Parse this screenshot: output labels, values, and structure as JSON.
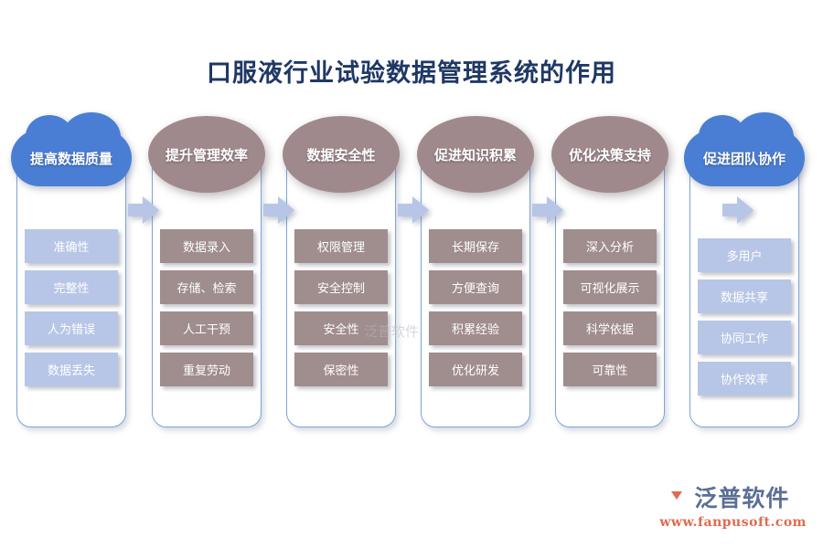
{
  "title": "口服液行业试验数据管理系统的作用",
  "colors": {
    "title": "#1f3864",
    "cloud": "#4a7ed4",
    "ellipse": "#a0898c",
    "item_blue": "#b7c6e6",
    "item_brown": "#a08d8d",
    "outline": "#7ba3dd",
    "logo_text": "#5b6f96",
    "logo_url": "#e06a4e"
  },
  "columns": [
    {
      "header": "提高数据质量",
      "header_shape": "cloud",
      "item_style": "blue",
      "items": [
        "准确性",
        "完整性",
        "人为错误",
        "数据丢失"
      ]
    },
    {
      "header": "提升管理效率",
      "header_shape": "ellipse",
      "item_style": "brown",
      "items": [
        "数据录入",
        "存储、检索",
        "人工干预",
        "重复劳动"
      ]
    },
    {
      "header": "数据安全性",
      "header_shape": "ellipse",
      "item_style": "brown",
      "items": [
        "权限管理",
        "安全控制",
        "安全性",
        "保密性"
      ]
    },
    {
      "header": "促进知识积累",
      "header_shape": "ellipse",
      "item_style": "brown",
      "items": [
        "长期保存",
        "方便查询",
        "积累经验",
        "优化研发"
      ]
    },
    {
      "header": "优化决策支持",
      "header_shape": "ellipse",
      "item_style": "brown",
      "items": [
        "深入分析",
        "可视化展示",
        "科学依据",
        "可靠性"
      ]
    },
    {
      "header": "促进团队协作",
      "header_shape": "cloud",
      "item_style": "blue",
      "items": [
        "多用户",
        "数据共享",
        "协同工作",
        "协作效率"
      ]
    }
  ],
  "watermark": {
    "center": "泛普软件",
    "logo_name": "泛普软件",
    "logo_url": "www.fanpusoft.com"
  }
}
